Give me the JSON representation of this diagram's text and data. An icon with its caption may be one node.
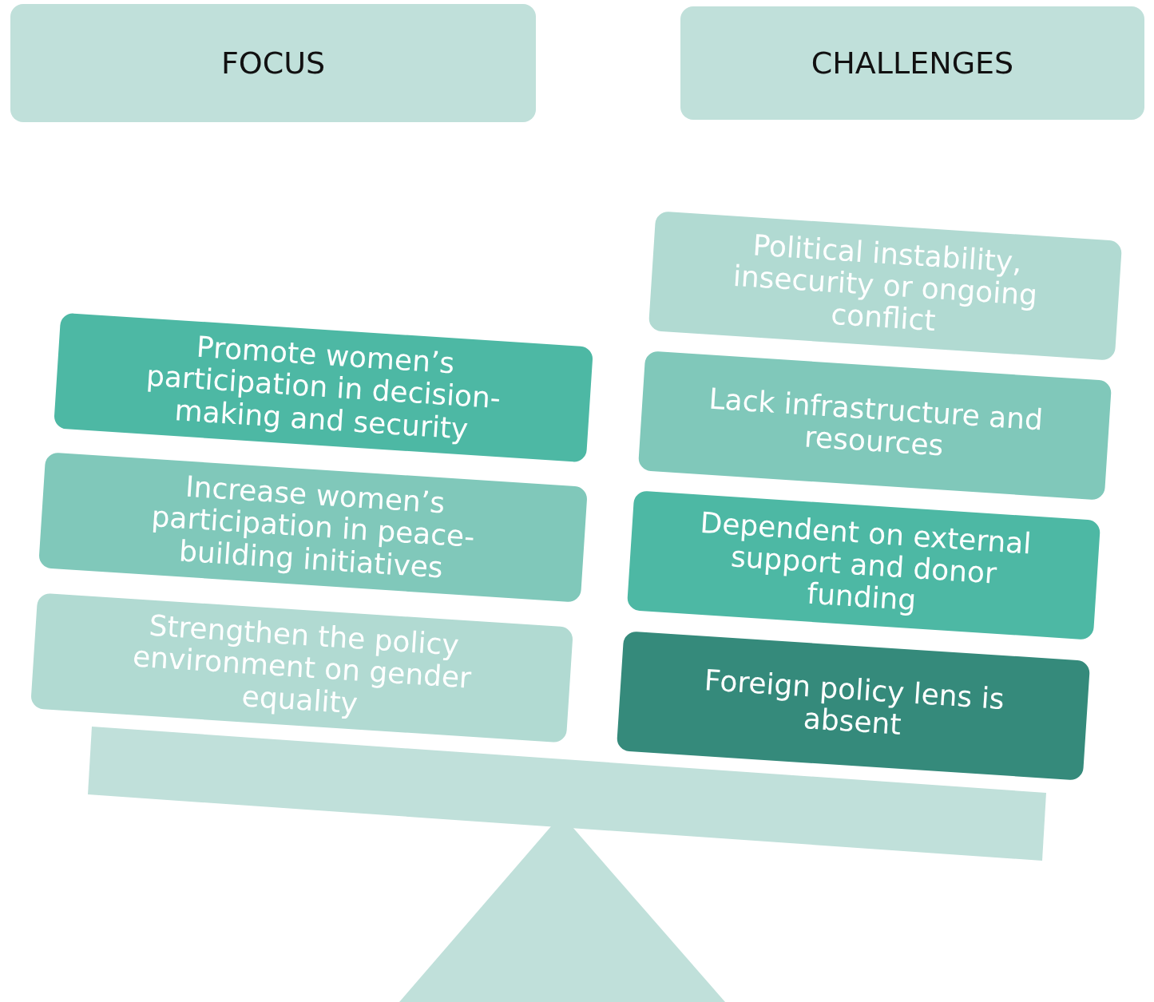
{
  "diagram": {
    "nodes": [
      {
        "text": [
          "FOCUS"
        ]
      },
      {
        "text": [
          "CHALLENGES"
        ]
      },
      {
        "text": [
          "Promote women’s participation in decision-making and security"
        ]
      },
      {
        "text": [
          "Increase women’s participation in peace-building initiatives"
        ]
      },
      {
        "text": [
          "Strengthen the policy environment on gender equality"
        ]
      },
      {
        "text": [
          "Political instability, insecurity or ongoing conflict"
        ]
      },
      {
        "text": [
          "Lack infrastructure and resources"
        ]
      },
      {
        "text": [
          "Dependent on external support and donor funding"
        ]
      },
      {
        "text": [
          "Foreign policy lens is absent"
        ]
      }
    ]
  }
}
